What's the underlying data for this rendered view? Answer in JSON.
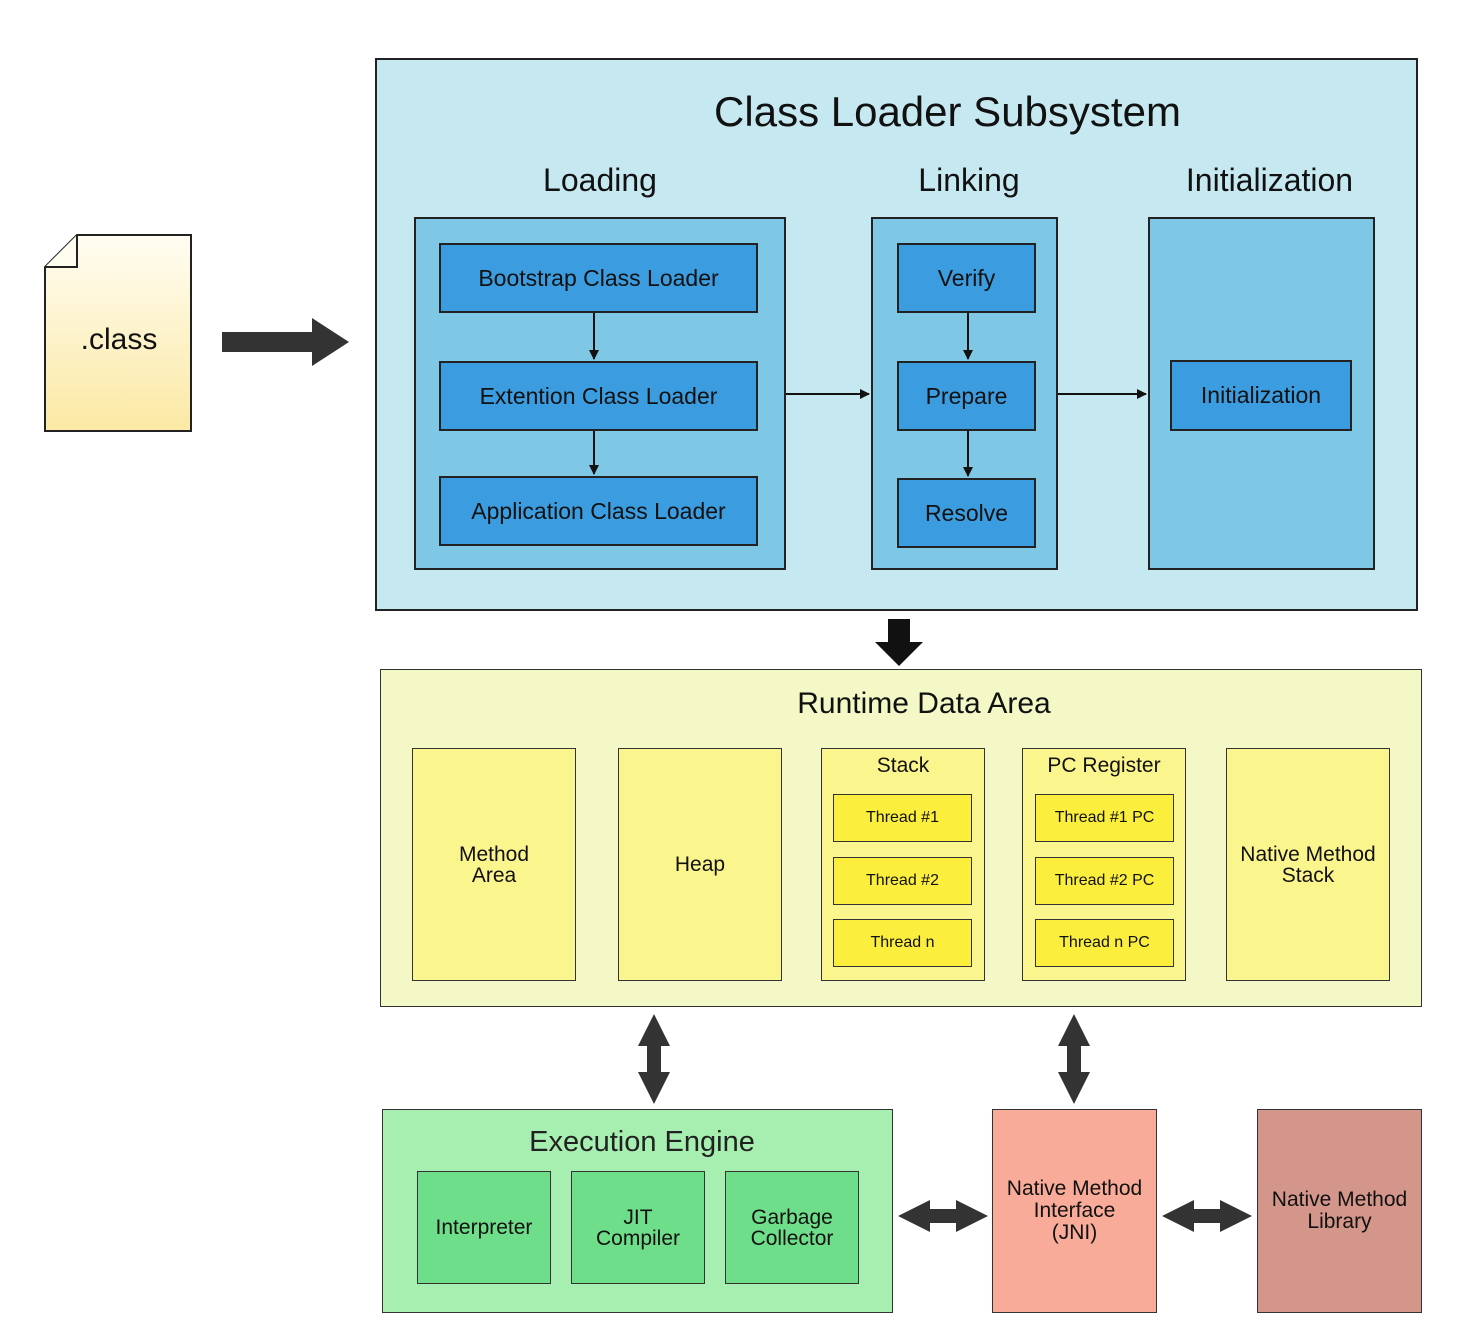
{
  "file": {
    "label": ".class"
  },
  "class_loader": {
    "title": "Class Loader Subsystem",
    "loading": {
      "title": "Loading",
      "items": [
        "Bootstrap Class Loader",
        "Extention Class Loader",
        "Application Class Loader"
      ]
    },
    "linking": {
      "title": "Linking",
      "items": [
        "Verify",
        "Prepare",
        "Resolve"
      ]
    },
    "initialization": {
      "title": "Initialization",
      "items": [
        "Initialization"
      ]
    }
  },
  "runtime": {
    "title": "Runtime Data Area",
    "method_area": "Method\nArea",
    "heap": "Heap",
    "stack": {
      "title": "Stack",
      "threads": [
        "Thread #1",
        "Thread #2",
        "Thread n"
      ]
    },
    "pc_register": {
      "title": "PC Register",
      "threads": [
        "Thread #1 PC",
        "Thread #2 PC",
        "Thread n PC"
      ]
    },
    "native_stack": "Native Method\nStack"
  },
  "execution_engine": {
    "title": "Execution Engine",
    "items": [
      "Interpreter",
      "JIT\nCompiler",
      "Garbage\nCollector"
    ]
  },
  "jni": "Native Method\nInterface\n(JNI)",
  "native_library": "Native Method\nLibrary",
  "colors": {
    "class_loader_bg": "#c6e8f0",
    "panel": "#7ec8e6",
    "loader_box": "#3b9de0",
    "runtime_bg": "#f4f8c6",
    "runtime_col": "#fbf58e",
    "thread_box": "#fbee3c",
    "engine_bg": "#a6efb0",
    "engine_item": "#6fde8a",
    "jni": "#f8ab98",
    "native_library": "#d4968a",
    "arrow": "#333333"
  }
}
